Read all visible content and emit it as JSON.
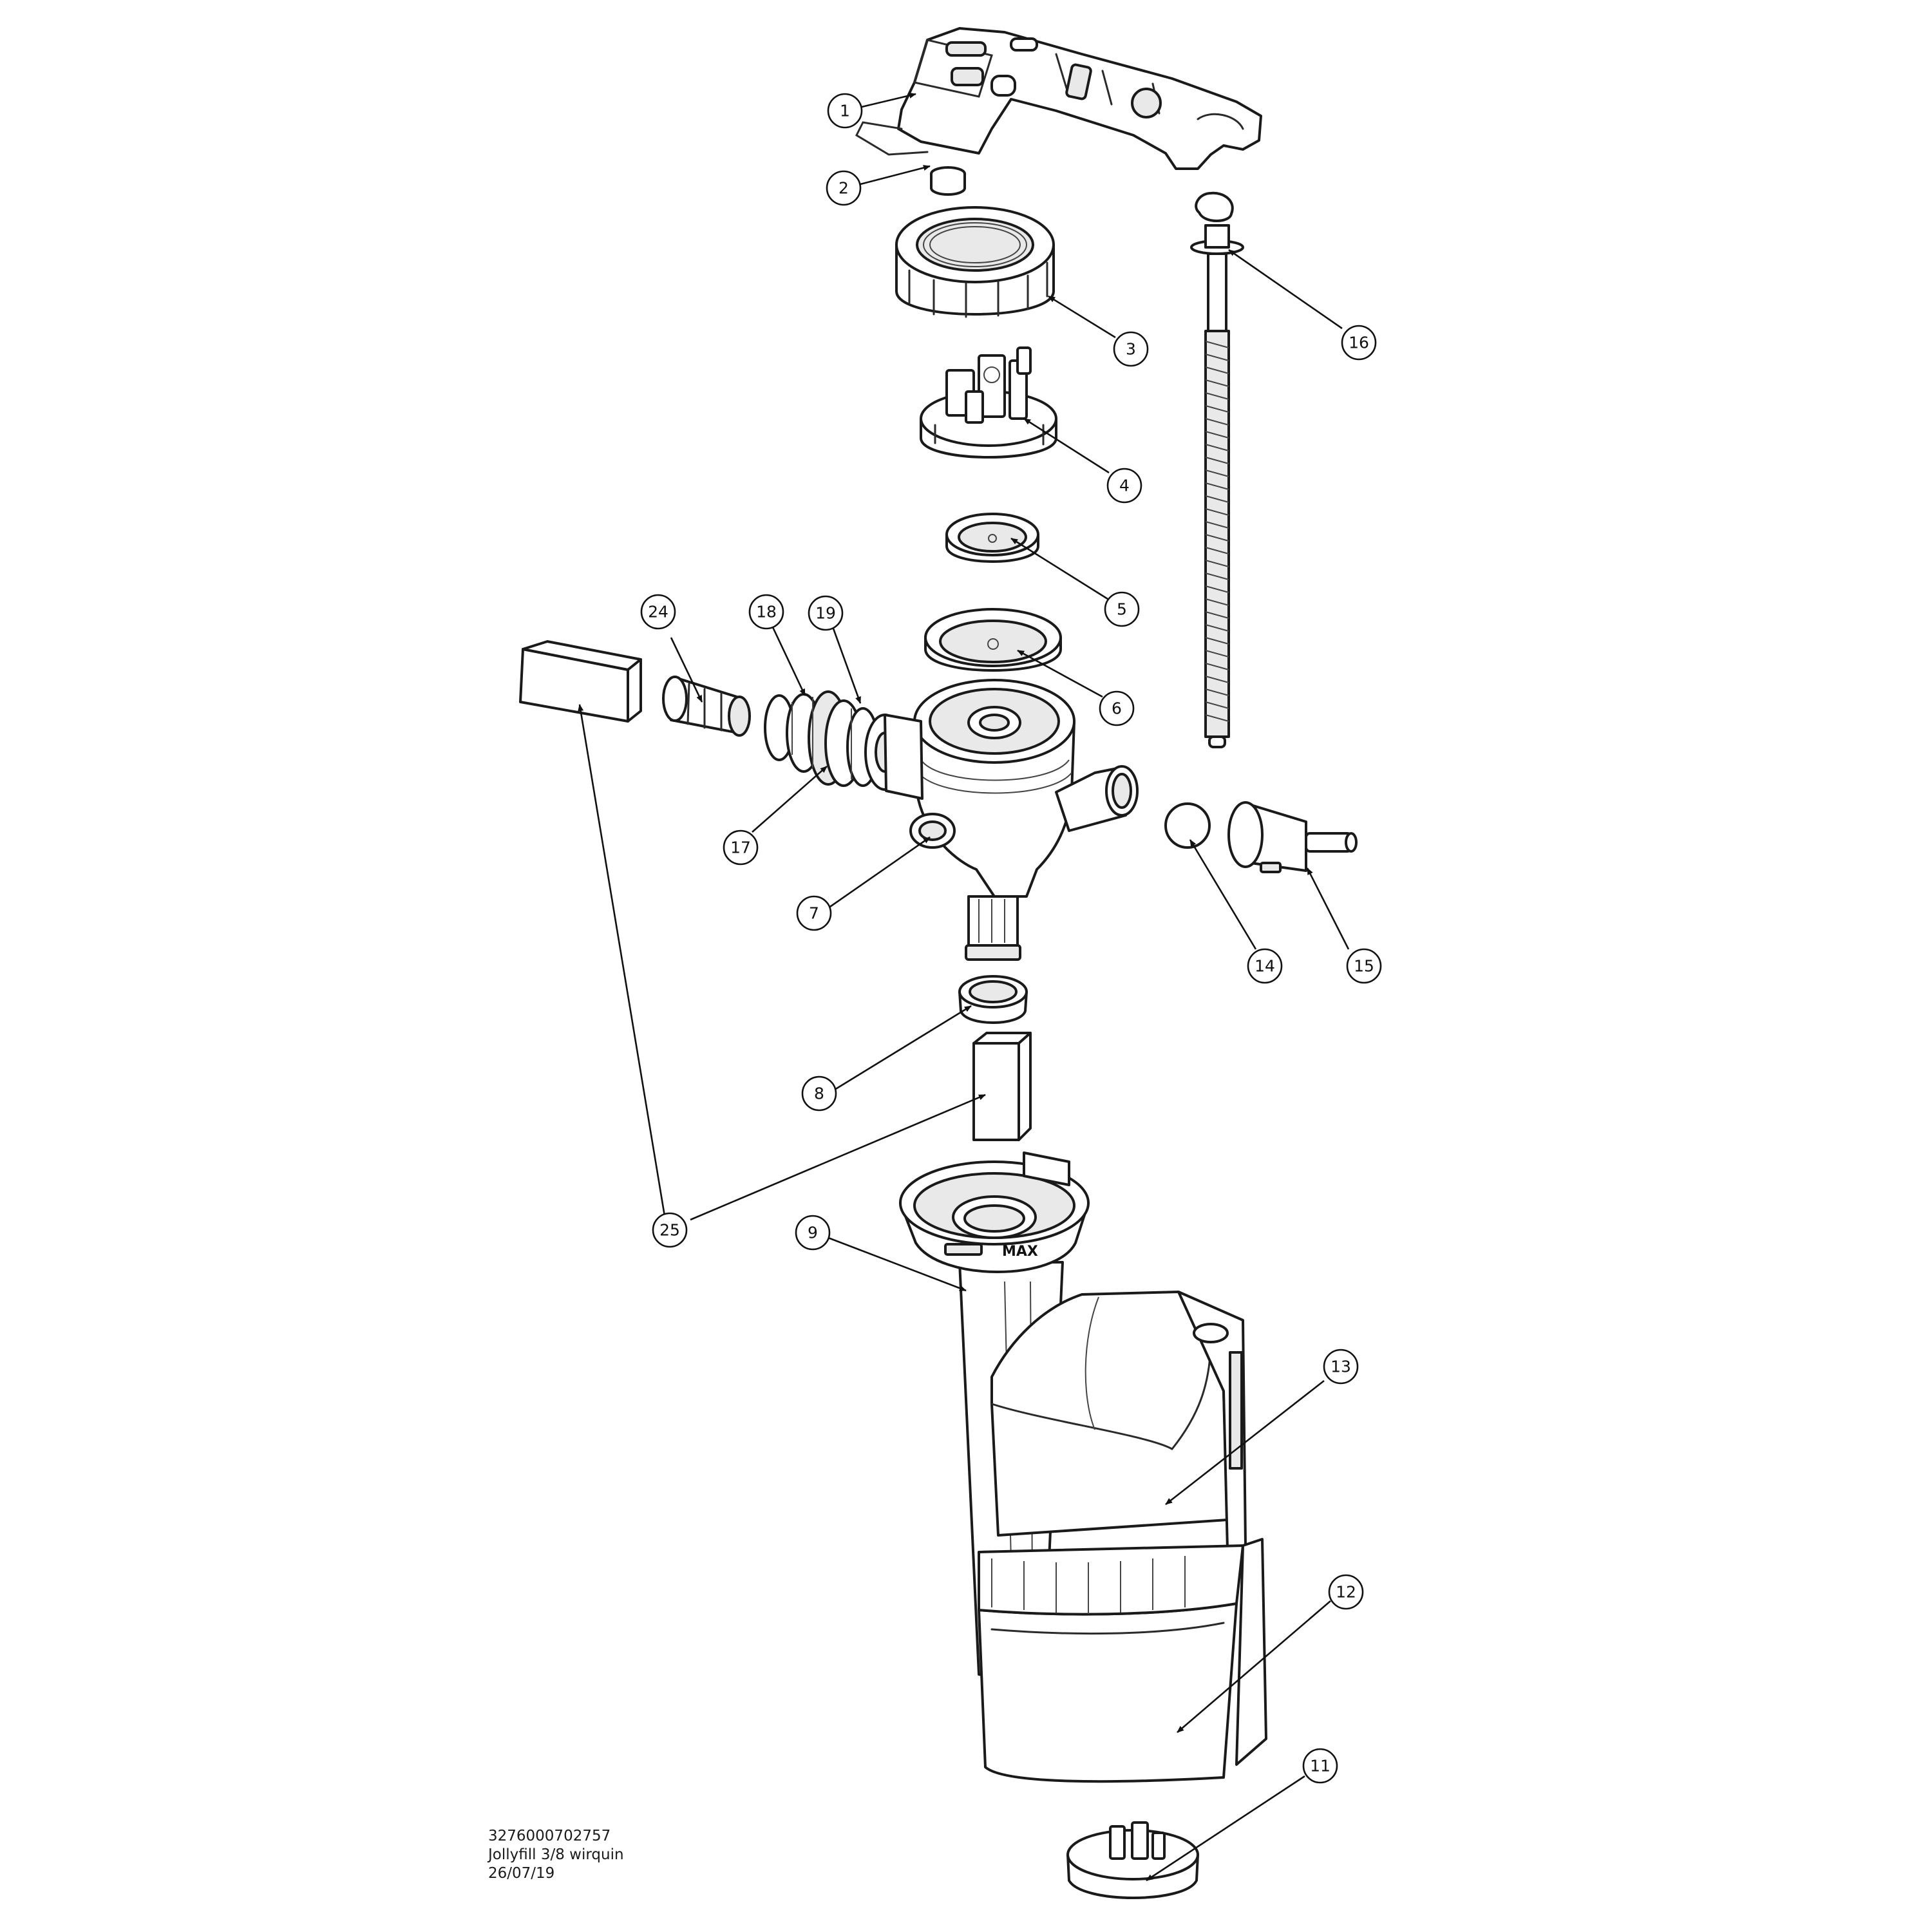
{
  "callouts": [
    {
      "label": "1"
    },
    {
      "label": "2"
    },
    {
      "label": "3"
    },
    {
      "label": "4"
    },
    {
      "label": "5"
    },
    {
      "label": "6"
    },
    {
      "label": "7"
    },
    {
      "label": "8"
    },
    {
      "label": "9"
    },
    {
      "label": "11"
    },
    {
      "label": "12"
    },
    {
      "label": "13"
    },
    {
      "label": "14"
    },
    {
      "label": "15"
    },
    {
      "label": "16"
    },
    {
      "label": "17"
    },
    {
      "label": "18"
    },
    {
      "label": "19"
    },
    {
      "label": "24"
    },
    {
      "label": "25"
    }
  ],
  "embossed": {
    "float_max": "MAX"
  },
  "caption": {
    "line1": "3276000702757",
    "line2": "Jollyfill 3/8 wirquin",
    "line3": "26/07/19"
  }
}
